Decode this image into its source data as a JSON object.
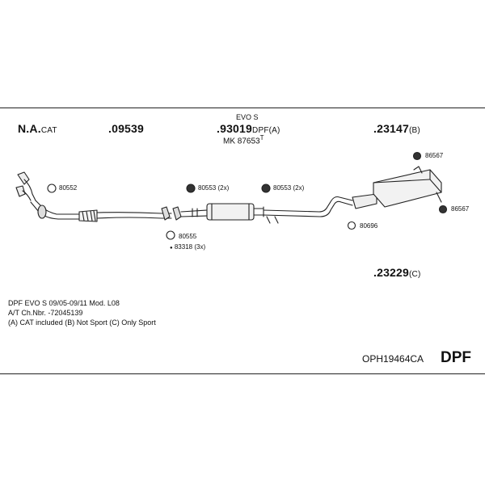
{
  "parts": {
    "na": {
      "main": "N.A.",
      "suffix": "CAT"
    },
    "p09539": {
      "main": ".09539"
    },
    "p93019": {
      "top": "EVO S",
      "main": ".93019",
      "suffix": "DPF(A)",
      "sub": "MK  87653",
      "sub_mark": "T"
    },
    "p23147": {
      "main": ".23147",
      "suffix": "(B)"
    },
    "p23229": {
      "main": ".23229",
      "suffix": "(C)"
    }
  },
  "fittings": {
    "f80552": "80552",
    "f80553a": "80553 (2x)",
    "f80553b": "80553 (2x)",
    "f80555": "80555",
    "f83318": "83318 (3x)",
    "f86567a": "86567",
    "f86567b": "86567",
    "f80696": "80696"
  },
  "notes": {
    "line1": "DPF EVO S  09/05-09/11   Mod. L08",
    "line2": "A/T   Ch.Nbr. -72045139",
    "line3": "(A) CAT included (B) Not Sport (C) Only Sport"
  },
  "footer": {
    "code": "OPH19464CA",
    "type": "DPF"
  }
}
